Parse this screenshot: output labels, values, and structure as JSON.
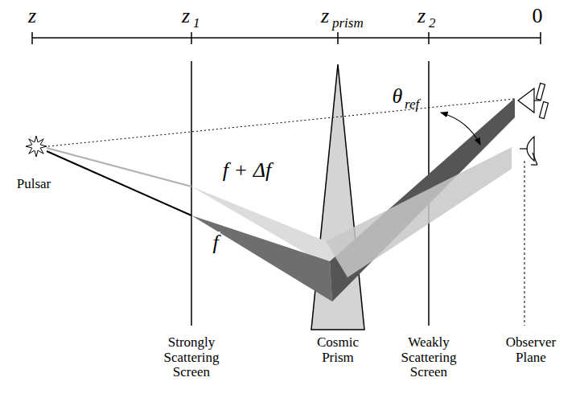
{
  "diagram": {
    "labels": [
      "z",
      "z",
      "1",
      "z",
      "prism",
      "z",
      "2",
      "0",
      "Pulsar",
      "f + Δf",
      "f",
      "θ",
      "ref",
      "Strongly Scattering Screen",
      "Cosmic Prism",
      "Weakly Scattering Screen",
      "Observer Plane"
    ]
  }
}
